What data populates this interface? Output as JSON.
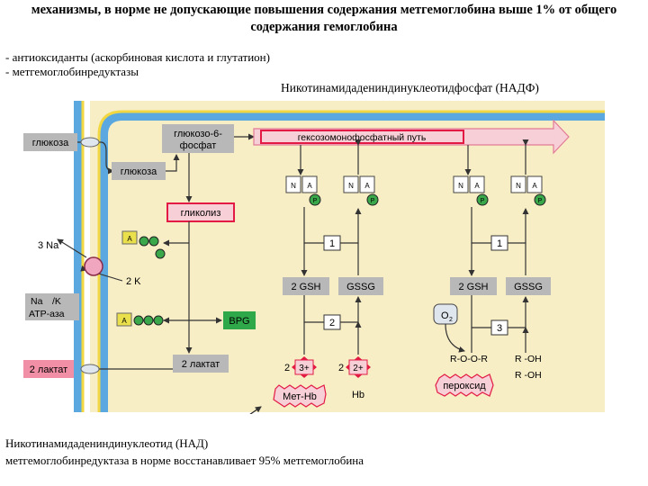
{
  "title": "механизмы, в норме не допускающие повышения содержания метгемоглобина выше 1% от общего содержания гемоглобина",
  "bullets": [
    "- антиоксиданты (аскорбиновая кислота и глутатион)",
    "- метгемоглобинредуктазы"
  ],
  "nadph_label": "Никотинамидадениндинуклеотидфосфат (НАДФ)",
  "nad_label": "Никотинамидадениндинуклеотид (НАД)",
  "footer": "метгемоглобинредуктаза в норме восстанавливает 95% метгемоглобина",
  "diagram": {
    "glucose_out": "глюкоза",
    "glucose_in": "глюкоза",
    "g6p": [
      "глюкозо-6-",
      "фосфат"
    ],
    "pentose_path": "гексозомонофосфатный путь",
    "glycolysis": "гликолиз",
    "na": "3 Na",
    "k": "2 K",
    "atpase": [
      "Na",
      "/K",
      "ATP-аза"
    ],
    "bpg": "BPG",
    "lactate_in": "2 лактат",
    "lactate_out": "2 лактат",
    "gsh": "2 GSH",
    "gssg": "GSSG",
    "step1": "1",
    "step2": "2",
    "step3": "3",
    "o2": "O",
    "o2_sub": "2",
    "fe3_coef": "2",
    "fe3": "3+",
    "fe2_coef": "2",
    "fe2": "2+",
    "metHb": "Мет-Hb",
    "hb": "Hb",
    "roor": "R-O-O-R",
    "roh1": "R -OH",
    "roh2": "R -OH",
    "peroxide": "пероксид",
    "n": "N",
    "a": "A",
    "p": "P"
  },
  "colors": {
    "cell_bg": "#f7eec6",
    "membrane": "#5aa8df",
    "pentose_box": "#f7cfd6",
    "pentose_arrow": "#e37a96",
    "highlight_border": "#e31b44",
    "gray_box": "#b8b8b8",
    "bpg_box": "#2fa84a",
    "phosphate_green": "#3aa84a"
  }
}
